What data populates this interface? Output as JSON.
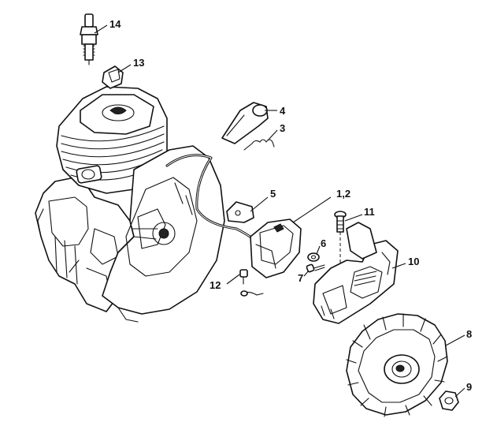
{
  "callouts": [
    {
      "id": "14",
      "label": "14"
    },
    {
      "id": "13",
      "label": "13"
    },
    {
      "id": "4",
      "label": "4"
    },
    {
      "id": "3",
      "label": "3"
    },
    {
      "id": "5",
      "label": "5"
    },
    {
      "id": "1-2",
      "label": "1,2"
    },
    {
      "id": "11",
      "label": "11"
    },
    {
      "id": "6",
      "label": "6"
    },
    {
      "id": "7",
      "label": "7"
    },
    {
      "id": "10",
      "label": "10"
    },
    {
      "id": "12",
      "label": "12"
    },
    {
      "id": "8",
      "label": "8"
    },
    {
      "id": "9",
      "label": "9"
    }
  ]
}
